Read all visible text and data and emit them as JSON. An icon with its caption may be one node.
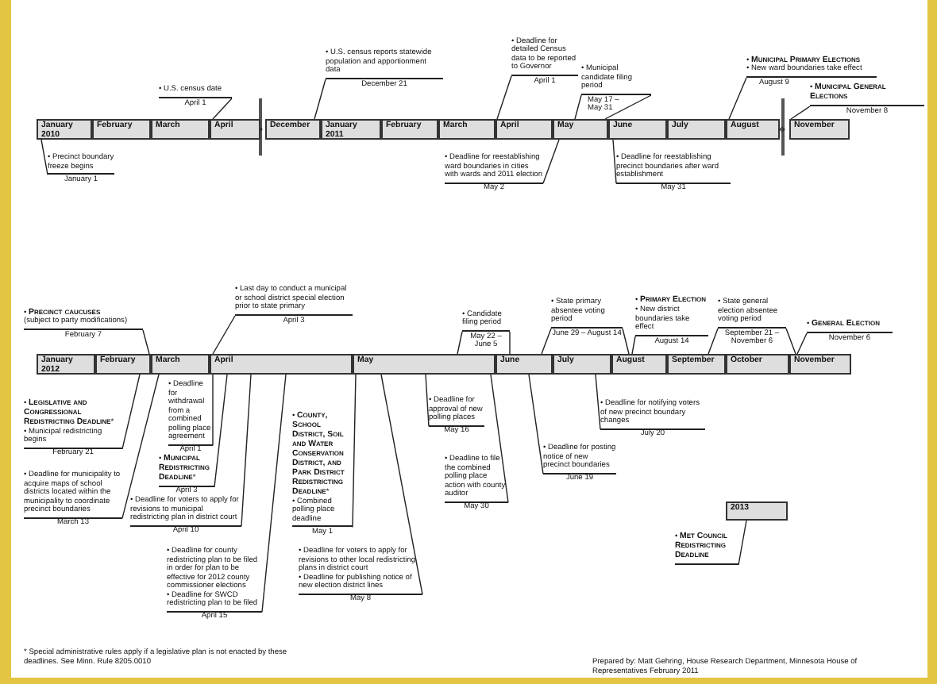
{
  "diagram": {
    "nodes": [
      {
        "text": [
          "January 2010"
        ]
      },
      {
        "text": [
          "February"
        ]
      },
      {
        "text": [
          "March"
        ]
      },
      {
        "text": [
          "April"
        ]
      },
      {
        "text": [
          "December"
        ]
      },
      {
        "text": [
          "January 2011"
        ]
      },
      {
        "text": [
          "February"
        ]
      },
      {
        "text": [
          "March"
        ]
      },
      {
        "text": [
          "April"
        ]
      },
      {
        "text": [
          "May"
        ]
      },
      {
        "text": [
          "June"
        ]
      },
      {
        "text": [
          "July"
        ]
      },
      {
        "text": [
          "August"
        ]
      },
      {
        "text": [
          "November"
        ]
      },
      {
        "text": [
          "January 2012"
        ]
      },
      {
        "text": [
          "February"
        ]
      },
      {
        "text": [
          "March"
        ]
      },
      {
        "text": [
          "April"
        ]
      },
      {
        "text": [
          "May"
        ]
      },
      {
        "text": [
          "June"
        ]
      },
      {
        "text": [
          "July"
        ]
      },
      {
        "text": [
          "August"
        ]
      },
      {
        "text": [
          "September"
        ]
      },
      {
        "text": [
          "October"
        ]
      },
      {
        "text": [
          "November"
        ]
      },
      {
        "text": [
          "2013"
        ]
      },
      {
        "text": [
          "• Precinct boundary freeze begins"
        ],
        "beside": [
          "January 1"
        ]
      },
      {
        "text": [
          "• U.S. census date"
        ],
        "beside": [
          "April 1"
        ]
      },
      {
        "text": [
          "• U.S. census reports statewide population and apportionment data"
        ],
        "beside": [
          "December 21"
        ]
      },
      {
        "text": [
          "• Deadline for detailed Census data to be reported to Governor"
        ],
        "beside": [
          "April 1"
        ]
      },
      {
        "text": [
          "• Municipal candidate filing period"
        ],
        "beside": [
          "May 17 – May 31"
        ]
      },
      {
        "text": [
          "• Deadline for reestablishing ward boundaries in cities with wards and 2011 election"
        ],
        "beside": [
          "May 2"
        ]
      },
      {
        "text": [
          "• Deadline for reestablishing precinct boundaries after ward establishment"
        ],
        "beside": [
          "May 31"
        ]
      },
      {
        "text": [
          "• **Municipal Primary Elections**",
          "• New ward boundaries take effect"
        ],
        "beside": [
          "August 9"
        ]
      },
      {
        "text": [
          "• **Municipal General Elections**"
        ],
        "beside": [
          "November 8"
        ]
      },
      {
        "text": [
          "• **Precinct caucuses**",
          "(subject to party modifications)"
        ],
        "beside": [
          "February 7"
        ]
      },
      {
        "text": [
          "• Last day to conduct a municipal or school district special election prior to state primary"
        ],
        "beside": [
          "April 3"
        ]
      },
      {
        "text": [
          "• Candidate filing period"
        ],
        "beside": [
          "May 22 – June 5"
        ]
      },
      {
        "text": [
          "• State primary absentee voting period"
        ],
        "beside": [
          "June 29 – August 14"
        ]
      },
      {
        "text": [
          "• **Primary Election**",
          "• New district boundaries take effect"
        ],
        "beside": [
          "August 14"
        ]
      },
      {
        "text": [
          "• State general election absentee voting period"
        ],
        "beside": [
          "September 21 – November 6"
        ]
      },
      {
        "text": [
          "• **General Election**"
        ],
        "beside": [
          "November 6"
        ]
      },
      {
        "text": [
          "• **Legislative and Congressional Redistricting Deadline***",
          "• Municipal redistricting begins"
        ],
        "beside": [
          "February 21"
        ]
      },
      {
        "text": [
          "• Deadline for municipality to acquire maps of school districts located within the municipality to coordinate precinct boundaries"
        ],
        "beside": [
          "March 13"
        ]
      },
      {
        "text": [
          "• Deadline for withdrawal from a combined polling place agreement"
        ],
        "beside": [
          "April 1"
        ]
      },
      {
        "text": [
          "• **Municipal Redistricting Deadline***"
        ],
        "beside": [
          "April 3"
        ]
      },
      {
        "text": [
          "• Deadline for voters to apply for revisions to municipal redistricting plan in district court"
        ],
        "beside": [
          "April 10"
        ]
      },
      {
        "text": [
          "• Deadline for county redistricting plan to be filed in order for plan to be effective for 2012 county commissioner elections",
          "• Deadline for SWCD redistricting plan to be filed"
        ],
        "beside": [
          "April 15"
        ]
      },
      {
        "text": [
          "• **County, School District, Soil and Water Conservation District, and Park District Redistricting Deadline***",
          "• Combined polling place deadline"
        ],
        "beside": [
          "May 1"
        ]
      },
      {
        "text": [
          "• Deadline for voters to apply for revisions to other local redistricting plans in district court",
          "• Deadline for publishing notice of new election district lines"
        ],
        "beside": [
          "May 8"
        ]
      },
      {
        "text": [
          "• Deadline for approval of new polling places"
        ],
        "beside": [
          "May 16"
        ]
      },
      {
        "text": [
          "• Deadline to file the combined polling place action with county auditor"
        ],
        "beside": [
          "May 30"
        ]
      },
      {
        "text": [
          "• Deadline for posting notice of new precinct boundaries"
        ],
        "beside": [
          "June 19"
        ]
      },
      {
        "text": [
          "• Deadline for notifying voters of new precinct boundary changes"
        ],
        "beside": [
          "July 20"
        ]
      },
      {
        "text": [
          "• **Met Council Redistricting Deadline**"
        ]
      }
    ],
    "edges": [
      {
        "from": 26,
        "to": 0,
        "arrow": "none"
      },
      {
        "from": 27,
        "to": 3,
        "arrow": "none"
      },
      {
        "from": 28,
        "to": 4,
        "arrow": "none"
      },
      {
        "from": 29,
        "to": 8,
        "arrow": "none"
      },
      {
        "from": 30,
        "to": 9,
        "arrow": "none"
      },
      {
        "from": 30,
        "to": 9,
        "arrow": "none"
      },
      {
        "from": 31,
        "to": 9,
        "arrow": "none"
      },
      {
        "from": 32,
        "to": 10,
        "arrow": "none"
      },
      {
        "from": 33,
        "to": 12,
        "arrow": "none"
      },
      {
        "from": 34,
        "to": 13,
        "arrow": "none"
      },
      {
        "from": 35,
        "to": 15,
        "arrow": "none"
      },
      {
        "from": 36,
        "to": 17,
        "arrow": "none"
      },
      {
        "from": 37,
        "to": 18,
        "arrow": "none"
      },
      {
        "from": 37,
        "to": 19,
        "arrow": "none"
      },
      {
        "from": 38,
        "to": 19,
        "arrow": "none"
      },
      {
        "from": 38,
        "to": 21,
        "arrow": "none"
      },
      {
        "from": 39,
        "to": 21,
        "arrow": "none"
      },
      {
        "from": 40,
        "to": 22,
        "arrow": "none"
      },
      {
        "from": 40,
        "to": 24,
        "arrow": "none"
      },
      {
        "from": 41,
        "to": 24,
        "arrow": "none"
      },
      {
        "from": 42,
        "to": 15,
        "arrow": "none"
      },
      {
        "from": 43,
        "to": 16,
        "arrow": "none"
      },
      {
        "from": 44,
        "to": 17,
        "arrow": "none"
      },
      {
        "from": 45,
        "to": 17,
        "arrow": "none"
      },
      {
        "from": 46,
        "to": 17,
        "arrow": "none"
      },
      {
        "from": 47,
        "to": 17,
        "arrow": "none"
      },
      {
        "from": 48,
        "to": 18,
        "arrow": "none"
      },
      {
        "from": 49,
        "to": 18,
        "arrow": "none"
      },
      {
        "from": 50,
        "to": 18,
        "arrow": "none"
      },
      {
        "from": 51,
        "to": 18,
        "arrow": "none"
      },
      {
        "from": 52,
        "to": 19,
        "arrow": "none"
      },
      {
        "from": 53,
        "to": 20,
        "arrow": "none"
      },
      {
        "from": 54,
        "to": 25,
        "arrow": "none"
      }
    ],
    "labels": [
      "* Special administrative rules apply if a legislative plan is not enacted by these deadlines. See Minn. Rule 8205.0010",
      "Prepared by: Matt Gehring, House Research Department, Minnesota House of Representatives February 2011"
    ]
  }
}
